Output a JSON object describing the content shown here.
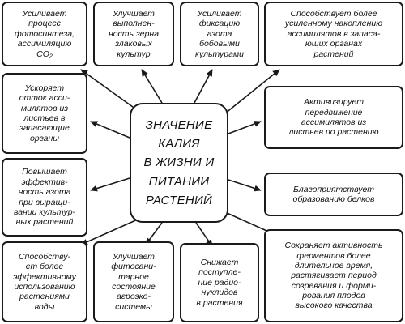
{
  "center": {
    "title": "ЗНАЧЕНИЕ\nКАЛИЯ\nВ ЖИЗНИ И\nПИТАНИИ\nРАСТЕНИЙ"
  },
  "boxes": [
    {
      "text": "Усиливает\nпроцесс\nфотосинтеза,\nассимиляцию\nCO₂"
    },
    {
      "text": "Улучшает\nвыполнен-\nность зерна\nзлаковых\nкультур"
    },
    {
      "text": "Усиливает\nфиксацию\nазота\nбобовыми\nкультурами"
    },
    {
      "text": "Способствует более\nусиленному накоплению\nассимилятов в запаса-\nющих органах\nрастений"
    },
    {
      "text": "Ускоряет\nотток асси-\nмилятов из\nлистьев в\nзапасающие\nорганы"
    },
    {
      "text": "Активизирует\nпередвижение\nассимилятов из\nлистьев по растению"
    },
    {
      "text": "Повышает\nэффектив-\nность азота\nпри выращи-\nвании культур-\nных растений"
    },
    {
      "text": "Благоприятствует\nобразованию белков"
    },
    {
      "text": "Способству-\nет более\nэффективному\nиспользованию\nрастениями\nводы"
    },
    {
      "text": "Улучшает\nфитосани-\nтарное\nсостояние\nагроэко-\nсистемы"
    },
    {
      "text": "Снижает\nпоступле-\nние радио-\nнуклидов\nв растения"
    },
    {
      "text": "Сохраняет активность\nферментов более\nдлительное время,\nрастягивает период\nсозревания и форми-\nрования плодов\nвысокого качества"
    }
  ]
}
